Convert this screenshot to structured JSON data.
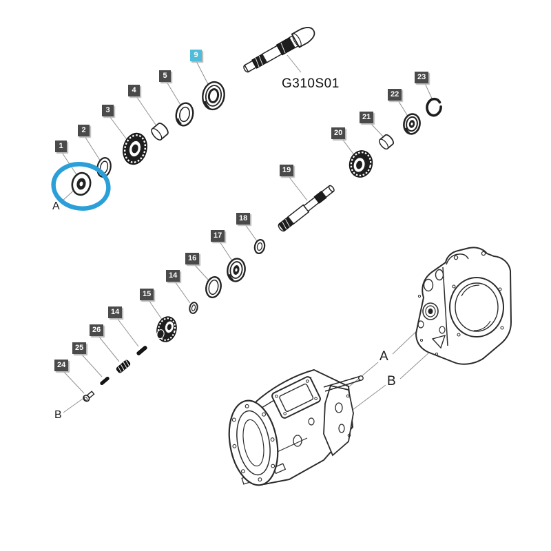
{
  "diagram": {
    "part_code": "G310S01",
    "highlighted_label": "9",
    "colors": {
      "label_box": "#4a4a4a",
      "label_text": "#ffffff",
      "highlight_box": "#4fbcd9",
      "highlight_ellipse": "#2b9fd8",
      "leader_line": "#8f8f8f",
      "artwork_line": "#262626"
    },
    "labels": {
      "n1": "1",
      "n2": "2",
      "n3": "3",
      "n4": "4",
      "n5": "5",
      "n9": "9",
      "n14": "14",
      "n15": "15",
      "n16": "16",
      "n17": "17",
      "n18": "18",
      "n19": "19",
      "n20": "20",
      "n21": "21",
      "n22": "22",
      "n23": "23",
      "n24": "24",
      "n25": "25",
      "n26": "26"
    },
    "ref_letters": {
      "a": "A",
      "b": "B"
    }
  }
}
